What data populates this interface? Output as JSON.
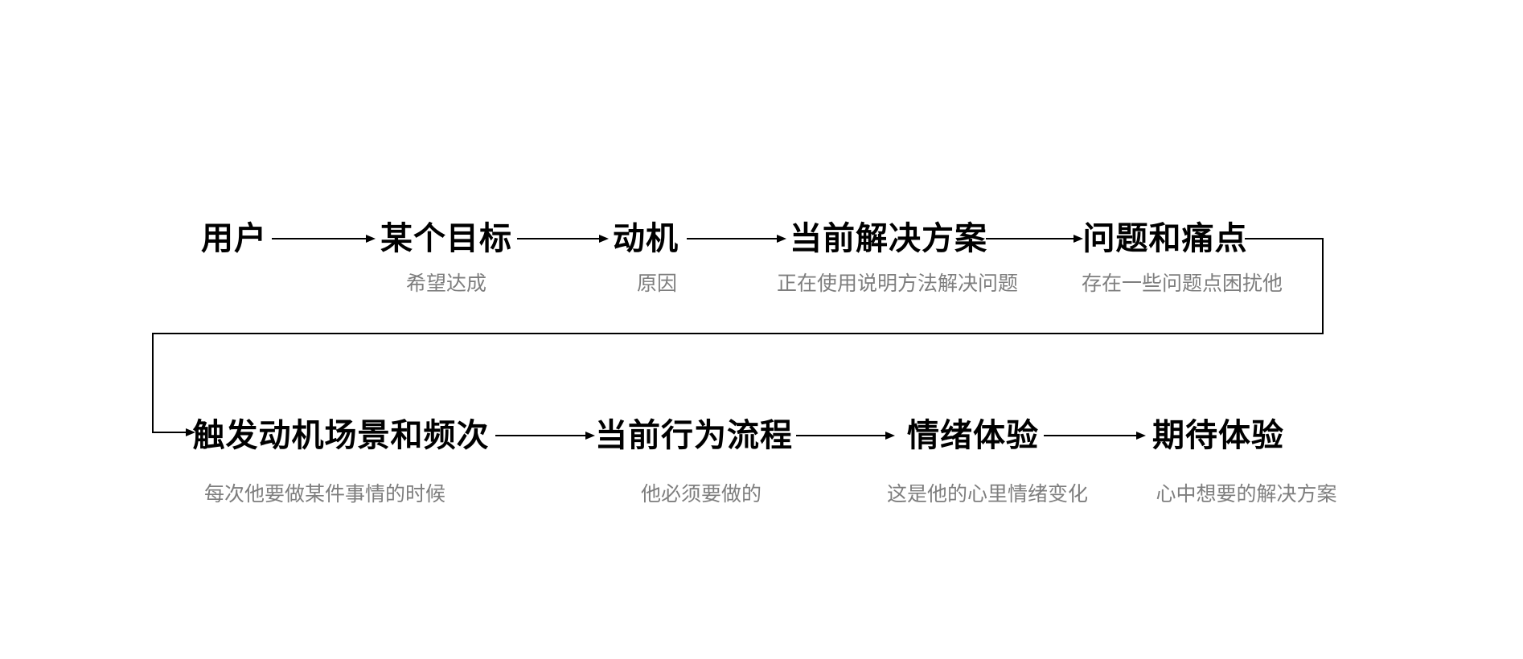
{
  "diagram": {
    "type": "flowchart",
    "background_color": "#ffffff",
    "line_color": "#000000",
    "title_color": "#000000",
    "note_color": "#7e7e7e",
    "row1": [
      {
        "title": "用户",
        "subtitle": ""
      },
      {
        "title": "某个目标",
        "subtitle": "希望达成"
      },
      {
        "title": "动机",
        "subtitle": "原因"
      },
      {
        "title": "当前解决方案",
        "subtitle": "正在使用说明方法解决问题"
      },
      {
        "title": "问题和痛点",
        "subtitle": "存在一些问题点困扰他"
      }
    ],
    "row2": [
      {
        "title": "触发动机场景和频次",
        "subtitle": "每次他要做某件事情的时候"
      },
      {
        "title": "当前行为流程",
        "subtitle": "他必须要做的"
      },
      {
        "title": "情绪体验",
        "subtitle": "这是他的心里情绪变化"
      },
      {
        "title": "期待体验",
        "subtitle": "心中想要的解决方案"
      }
    ],
    "edges": [
      {
        "from": "用户",
        "to": "某个目标"
      },
      {
        "from": "某个目标",
        "to": "动机"
      },
      {
        "from": "动机",
        "to": "当前解决方案"
      },
      {
        "from": "当前解决方案",
        "to": "问题和痛点"
      },
      {
        "from": "问题和痛点",
        "to": "触发动机场景和频次"
      },
      {
        "from": "触发动机场景和频次",
        "to": "当前行为流程"
      },
      {
        "from": "当前行为流程",
        "to": "情绪体验"
      },
      {
        "from": "情绪体验",
        "to": "期待体验"
      }
    ]
  }
}
